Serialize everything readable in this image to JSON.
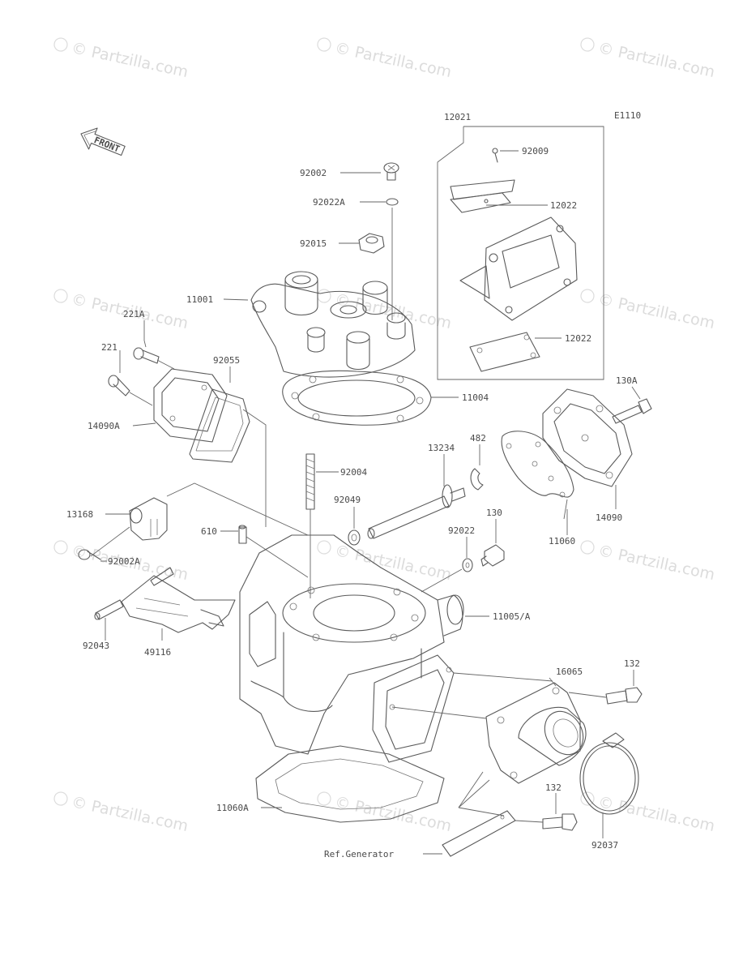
{
  "diagram_code": "E1110",
  "front_label": "FRONT",
  "watermark": "© Partzilla.com",
  "reference_label": "Ref.Generator",
  "parts": {
    "p12021": "12021",
    "p92009": "92009",
    "p92002": "92002",
    "p92022A": "92022A",
    "p12022a": "12022",
    "p92015": "92015",
    "p11001": "11001",
    "p221A": "221A",
    "p221": "221",
    "p92055": "92055",
    "p12022b": "12022",
    "p14090A": "14090A",
    "p11004": "11004",
    "p130A": "130A",
    "p13234": "13234",
    "p482": "482",
    "p92004": "92004",
    "p92049": "92049",
    "p13168": "13168",
    "p610": "610",
    "p14090": "14090",
    "p130": "130",
    "p92022": "92022",
    "p11060": "11060",
    "p92002A": "92002A",
    "p11005A": "11005/A",
    "p92043": "92043",
    "p49116": "49116",
    "p16065": "16065",
    "p132a": "132",
    "p11060A": "11060A",
    "p132b": "132",
    "p92037": "92037"
  }
}
